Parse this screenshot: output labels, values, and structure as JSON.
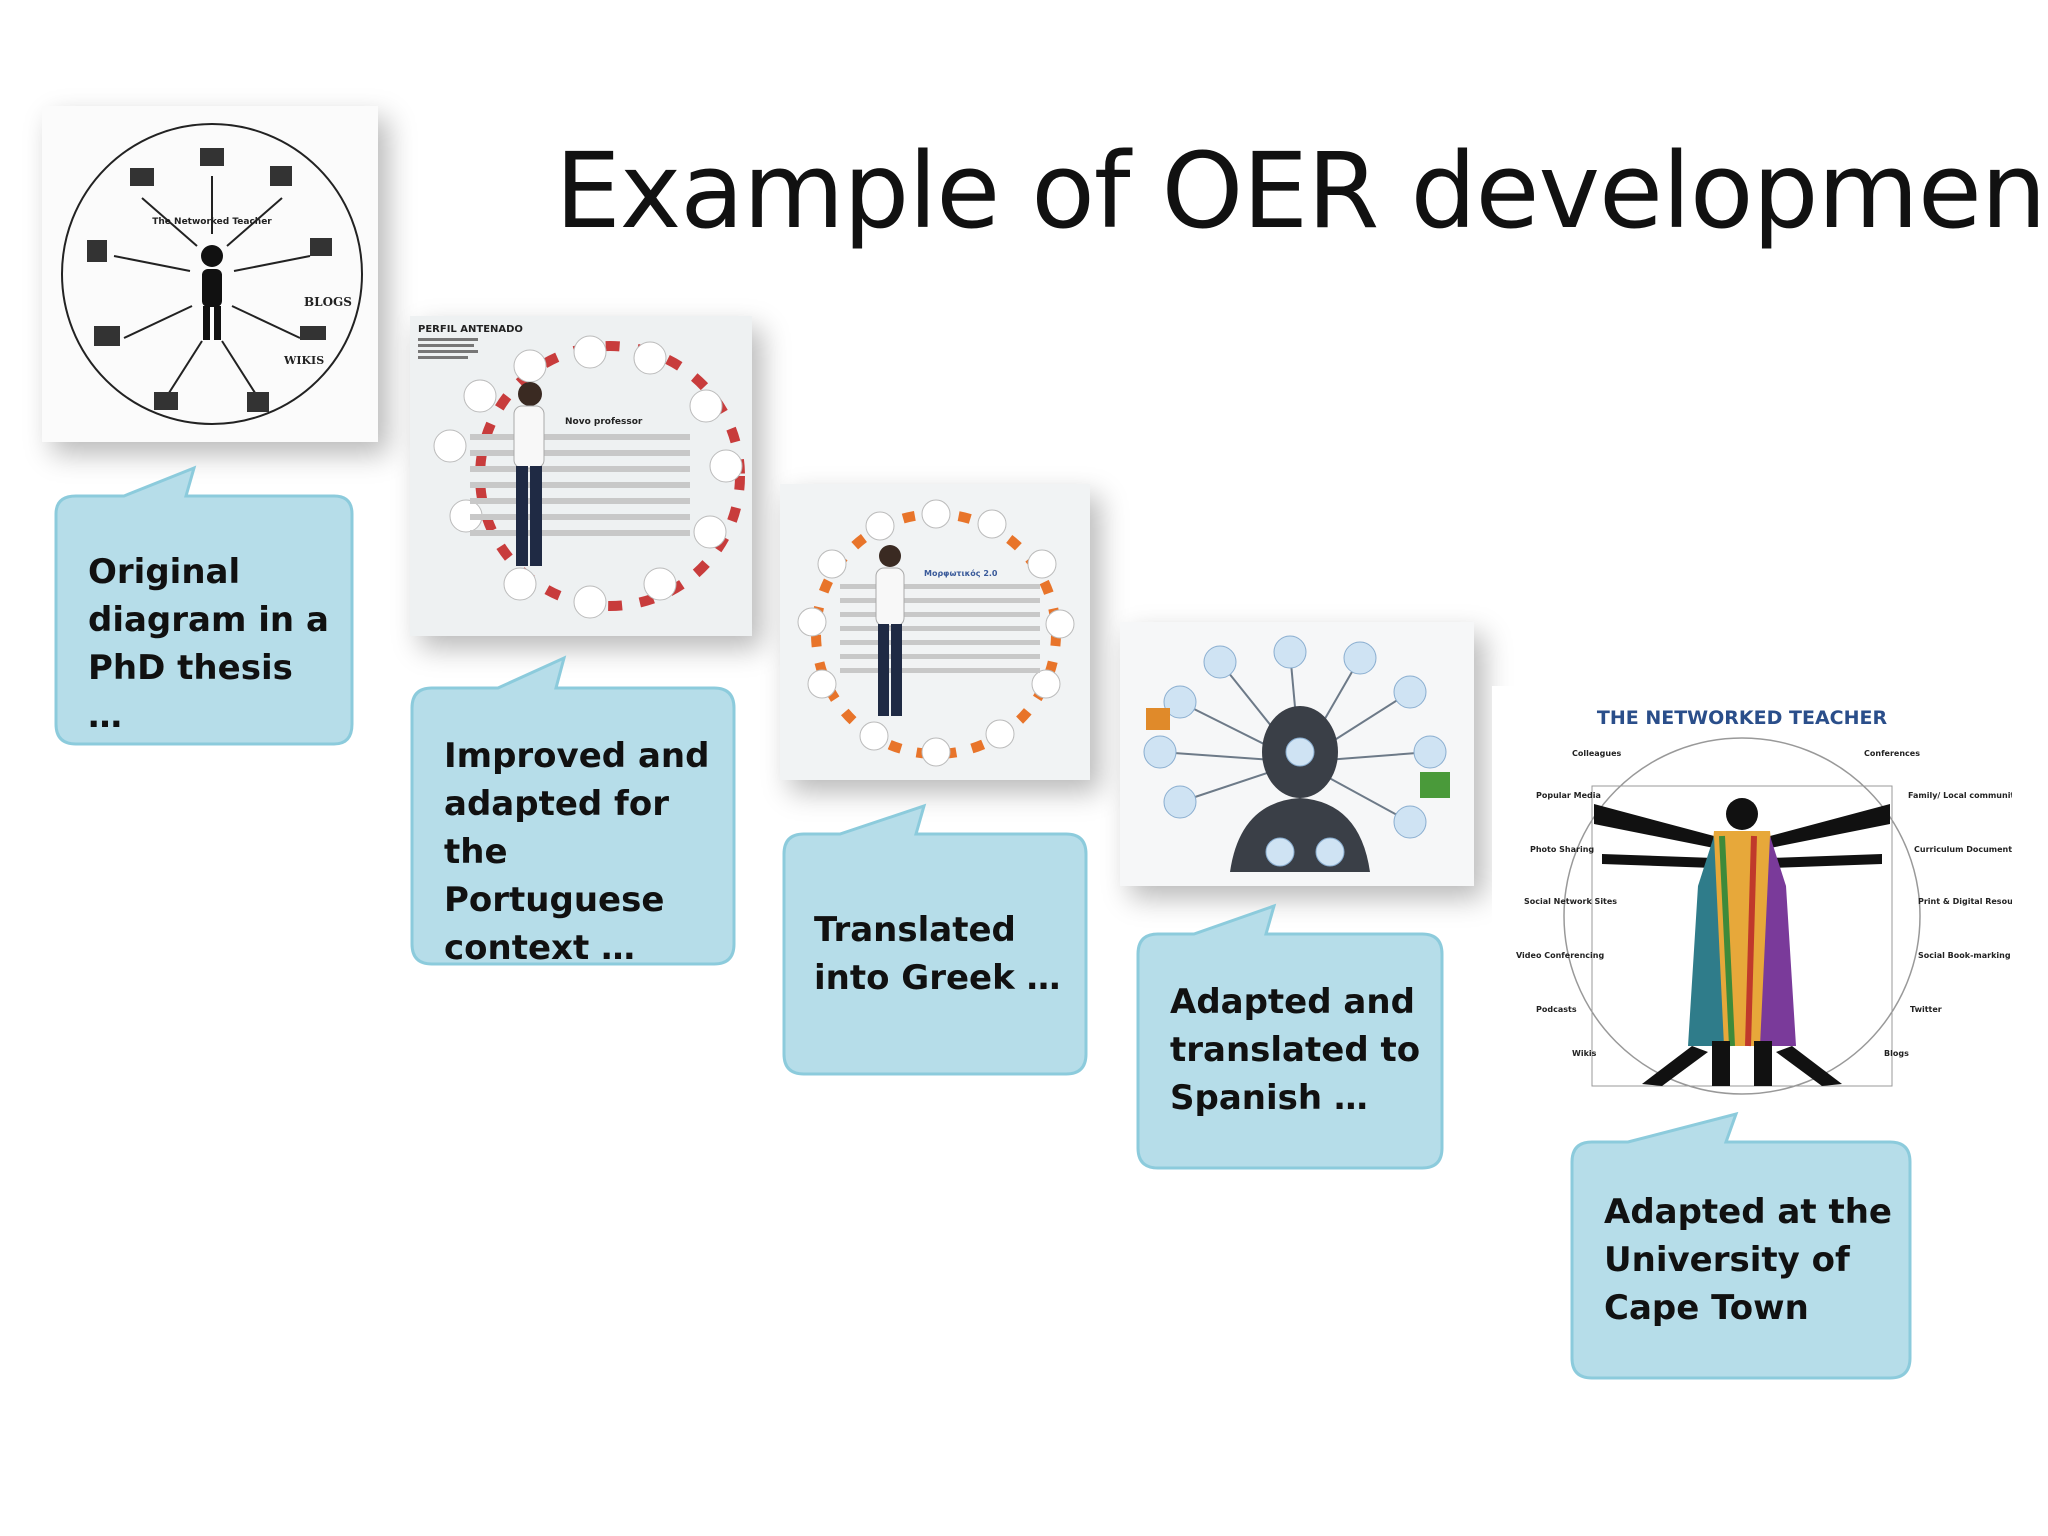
{
  "slide": {
    "title": "Example of OER development",
    "colors": {
      "bubble_fill": "#b6dde9",
      "bubble_stroke": "#8ccbdc",
      "accent_orange": "#e8742a",
      "accent_red": "#c83c3c"
    }
  },
  "steps": [
    {
      "caption": [
        "Original",
        "diagram in a",
        "PhD thesis …"
      ],
      "image": "networked-teacher-bw-diagram"
    },
    {
      "caption": [
        "Improved and",
        "adapted for",
        "the Portuguese",
        "context …"
      ],
      "image": "perfil-antenado-diagram"
    },
    {
      "caption": [
        "Translated",
        "into Greek …"
      ],
      "image": "greek-diagram"
    },
    {
      "caption": [
        "Adapted and",
        "translated to",
        "Spanish …"
      ],
      "image": "spanish-diagram"
    },
    {
      "caption": [
        "Adapted at the",
        "University of",
        "Cape Town"
      ],
      "image": "networked-teacher-color-diagram"
    }
  ],
  "images": {
    "img1_title": "The Networked Teacher",
    "img2_title": "PERFIL ANTENADO",
    "img2_center": "Novo professor",
    "img3_center": "Μορφωτικός 2.0",
    "img5_title": "THE NETWORKED TEACHER",
    "img5_labels_left": [
      "Colleagues",
      "Popular Media",
      "Photo Sharing",
      "Social Network Sites",
      "Video Conferencing",
      "Podcasts",
      "Wikis"
    ],
    "img5_labels_right": [
      "Conferences",
      "Family/ Local community",
      "Curriculum Documents",
      "Print & Digital Resources",
      "Social Book-marking",
      "Twitter",
      "Blogs"
    ]
  }
}
